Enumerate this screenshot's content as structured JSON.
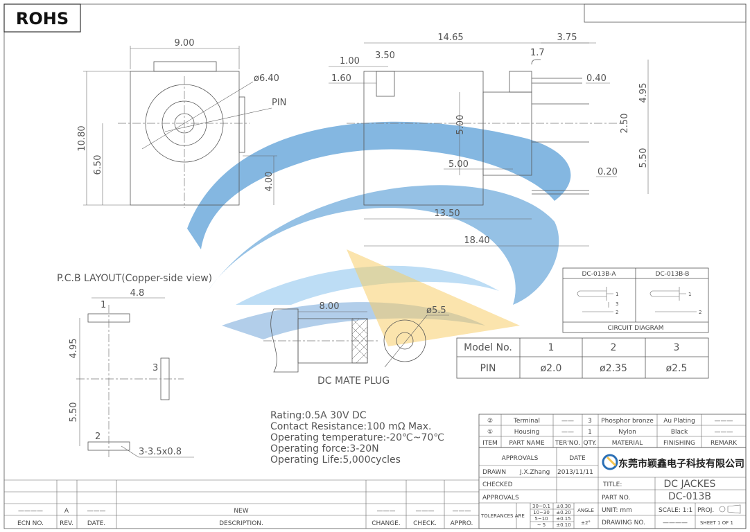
{
  "rohs": "ROHS",
  "top_view": {
    "w": "9.00",
    "dia": "ø6.40",
    "pin": "PIN",
    "h1": "10.80",
    "h2": "6.50",
    "h3": "4.00"
  },
  "side_view": {
    "len1": "14.65",
    "len2": "3.75",
    "d1": "1.00",
    "d2": "3.50",
    "d3": "1.7",
    "d4": "1.60",
    "d5": "0.40",
    "d6": "4.95",
    "d7": "5.00",
    "d8": "2.50",
    "d9": "5.00",
    "d10": "5.50",
    "d11": "0.20",
    "d12": "13.50",
    "d13": "18.40"
  },
  "pcb": {
    "title": "P.C.B LAYOUT(Copper-side view)",
    "w": "4.8",
    "h1": "4.95",
    "h2": "5.50",
    "pad1": "1",
    "pad2": "2",
    "pad3": "3",
    "pad_note": "3-3.5x0.8"
  },
  "plug": {
    "len": "8.00",
    "dia": "ø5.5",
    "caption": "DC MATE PLUG"
  },
  "circuit": {
    "a": "DC-013B-A",
    "b": "DC-013B-B",
    "caption": "CIRCUIT DIAGRAM",
    "p1": "1",
    "p2": "2",
    "p3": "3"
  },
  "model_table": {
    "headers": [
      "Model No.",
      "1",
      "2",
      "3"
    ],
    "row": [
      "PIN",
      "ø2.0",
      "ø2.35",
      "ø2.5"
    ]
  },
  "specs": [
    "Rating:0.5A 30V DC",
    "Contact Resistance:100 mΩ Max.",
    "Operating temperature:-20℃~70℃",
    "Operating force:3-20N",
    "Operating Life:5,000cycles"
  ],
  "bom": {
    "rows": [
      [
        "②",
        "Terminal",
        "——",
        "3",
        "Phosphor bronze",
        "Au Plating",
        "———"
      ],
      [
        "①",
        "Housing",
        "——",
        "1",
        "Nylon",
        "Black",
        "———"
      ]
    ],
    "headers": [
      "ITEM",
      "PART NAME",
      "TER'NO.",
      "QTY.",
      "MATERIAL",
      "FINISHING",
      "REMARK"
    ]
  },
  "title_block": {
    "approvals": "APPROVALS",
    "date": "DATE",
    "company": "东莞市颖鑫电子科技有限公司",
    "drawn": "DRAWN",
    "drawn_by": "J.X.Zhang",
    "drawn_date": "2013/11/11",
    "checked": "CHECKED",
    "approvals2": "APPROVALS",
    "title_lbl": "TITLE:",
    "title": "DC JACKES",
    "part_lbl": "PART NO.",
    "part": "DC-013B",
    "tol_lbl": "TOLERANCES ARE",
    "tol": [
      [
        "30~0.1",
        "±0.30"
      ],
      [
        "10~30",
        "±0.20"
      ],
      [
        "5~10",
        "±0.15"
      ],
      [
        "~ 5",
        "±0.10"
      ]
    ],
    "angle_lbl": "ANGLE",
    "angle": "±2°",
    "unit": "UNIT: mm",
    "scale": "SCALE:  1:1",
    "proj": "PROJ.",
    "drawing_no": "DRAWING NO.",
    "drawing_no_val": "————",
    "sheet": "SHEET  1  OF  1"
  },
  "revision": {
    "row": [
      "————",
      "A",
      "———",
      "NEW",
      "———",
      "———",
      "———"
    ],
    "headers": [
      "ECN NO.",
      "REV.",
      "DATE.",
      "DESCRIPTION.",
      "CHANGE.",
      "CHECK.",
      "APPRO."
    ]
  },
  "colors": {
    "swoosh_blue": "#3f8fd0",
    "swoosh_light": "#a9d3f2",
    "swoosh_yellow": "#f6c54f",
    "line": "#555555"
  }
}
